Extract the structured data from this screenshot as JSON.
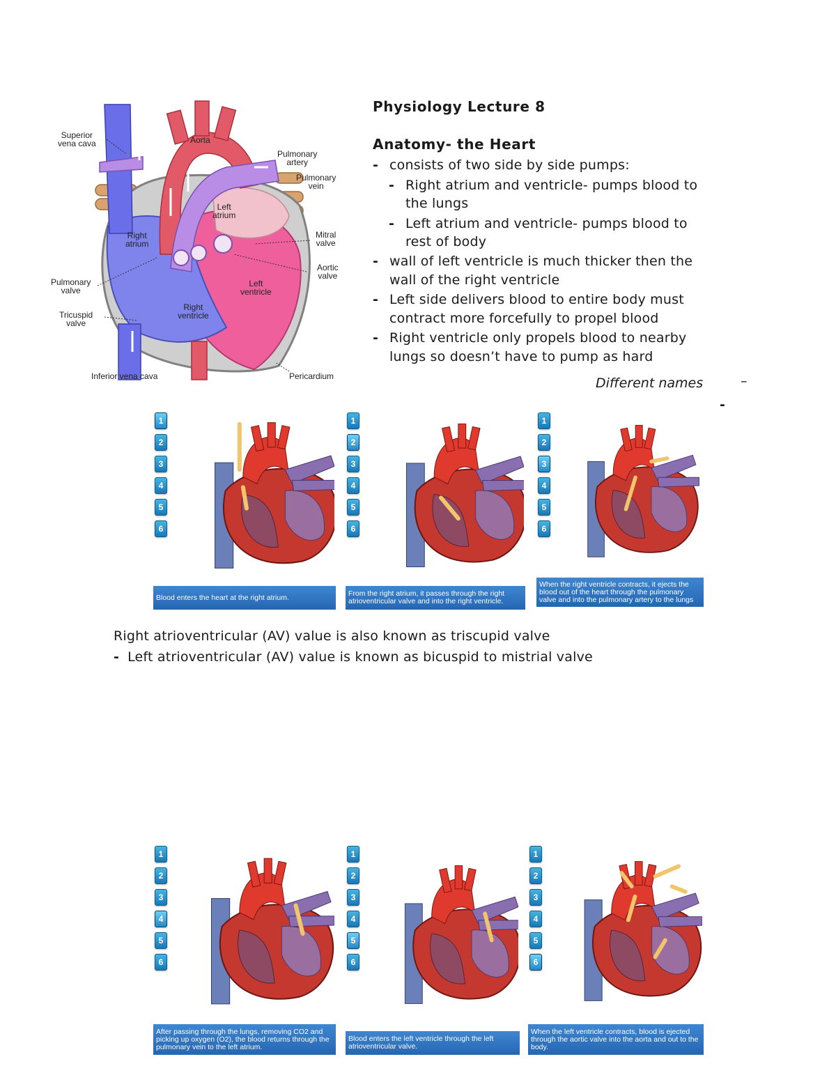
{
  "diagram": {
    "labels": {
      "superior_vena_cava": "Superior\nvena cava",
      "aorta": "Aorta",
      "pulmonary_artery": "Pulmonary\nartery",
      "pulmonary_vein": "Pulmonary\nvein",
      "left_atrium": "Left\natrium",
      "right_atrium": "Right\natrium",
      "mitral_valve": "Mitral\nvalve",
      "aortic_valve": "Aortic\nvalve",
      "pulmonary_valve": "Pulmonary\nvalve",
      "left_ventricle": "Left\nventricle",
      "right_ventricle": "Right\nventricle",
      "tricuspid_valve": "Tricuspid\nvalve",
      "inferior_vena_cava": "Inferior vena cava",
      "pericardium": "Pericardium"
    }
  },
  "notes": {
    "title": "Physiology Lecture 8",
    "subtitle": "Anatomy- the Heart",
    "bullets": [
      "consists of two side by side pumps:",
      "Right atrium and ventricle- pumps blood to",
      "the lungs",
      "Left atrium and ventricle- pumps blood to",
      "rest of body",
      "wall of left ventricle is much thicker then the",
      "wall of the right ventricle",
      "Left side delivers blood to entire body must",
      "contract more forcefully to propel blood",
      "Right ventricle only propels blood to nearby",
      "lungs so doesn’t have to pump as hard"
    ],
    "aside": "Different names",
    "dash_em": "–",
    "dash": "-"
  },
  "steps": {
    "numbers": [
      "1",
      "2",
      "3",
      "4",
      "5",
      "6"
    ],
    "captions": [
      "Blood enters the heart at the right atrium.",
      "From the right atrium, it passes through the right atrioventricular valve and into the right ventricle.",
      "When the right ventricle contracts, it ejects the blood out of the heart through the pulmonary valve and into the pulmonary artery to the lungs",
      "After passing through the lungs, removing CO2 and picking up oxygen (O2), the blood returns through the pulmonary vein to the left atrium.",
      "Blood enters the left ventricle through the left atrioventricular valve.",
      "When the left ventricle contracts, blood is ejected through the aortic valve into the aorta and out to the body."
    ],
    "active_step": [
      1,
      2,
      3,
      4,
      5,
      6
    ]
  },
  "paragraphs": {
    "right_av": "Right atrioventricular (AV) value is also known as triscupid valve",
    "left_av_dash": "-",
    "left_av": "Left atrioventricular (AV) value is known as bicuspid to mistrial valve"
  },
  "colors": {
    "vein_blue": "#6a6ee8",
    "artery_red": "#e25a67",
    "lung_purple": "#b98ce6",
    "ventricle_pink": "#ef5f9c",
    "fat_tan": "#d9a36f",
    "step_button": "#2a8fd0",
    "caption_bar": "#2f74c2",
    "heart_muscle": "#c5382f"
  }
}
